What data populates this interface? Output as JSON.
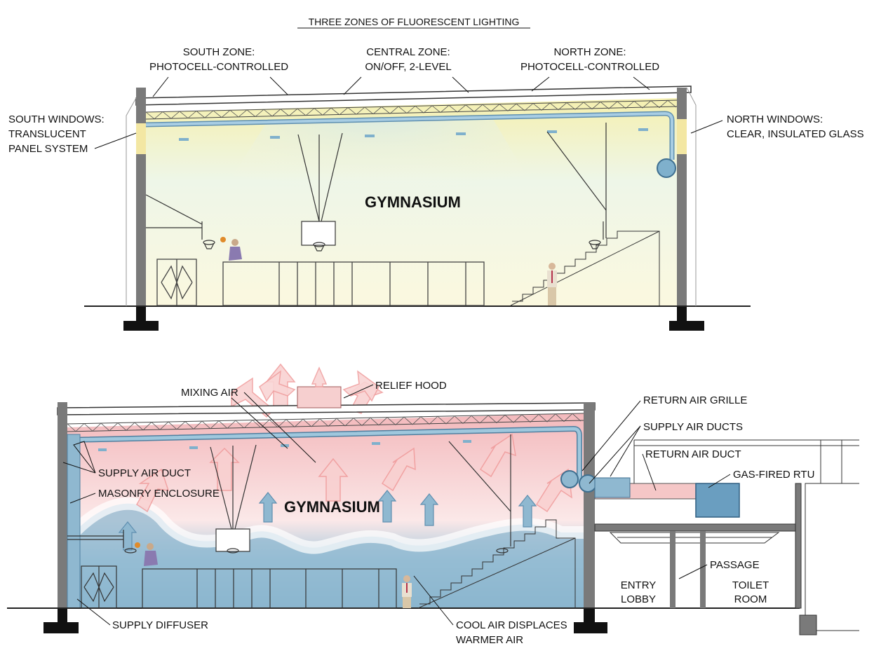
{
  "top": {
    "title": "THREE ZONES OF FLUORESCENT LIGHTING",
    "south_zone": [
      "SOUTH ZONE:",
      "PHOTOCELL-CONTROLLED"
    ],
    "central_zone": [
      "CENTRAL ZONE:",
      "ON/OFF, 2-LEVEL"
    ],
    "north_zone": [
      "NORTH ZONE:",
      "PHOTOCELL-CONTROLLED"
    ],
    "south_windows": [
      "SOUTH WINDOWS:",
      "TRANSLUCENT",
      "PANEL SYSTEM"
    ],
    "north_windows": [
      "NORTH WINDOWS:",
      "CLEAR, INSULATED GLASS"
    ],
    "room": "GYMNASIUM"
  },
  "bottom": {
    "room": "GYMNASIUM",
    "relief_hood": "RELIEF HOOD",
    "mixing_air": "MIXING AIR",
    "supply_air_duct": "SUPPLY AIR DUCT",
    "masonry_enclosure": "MASONRY ENCLOSURE",
    "supply_diffuser": "SUPPLY DIFFUSER",
    "cool_air": [
      "COOL AIR DISPLACES",
      "WARMER AIR"
    ],
    "return_air_grille": "RETURN AIR GRILLE",
    "supply_air_ducts": "SUPPLY AIR DUCTS",
    "return_air_duct": "RETURN AIR DUCT",
    "gas_fired_rtu": "GAS-FIRED RTU",
    "passage": "PASSAGE",
    "entry_lobby": [
      "ENTRY",
      "LOBBY"
    ],
    "toilet_room": [
      "TOILET",
      "ROOM"
    ]
  },
  "colors": {
    "wall": "#6b6b6b",
    "duct": "#7fb0cc",
    "cool_air": "#8fb8d0",
    "warm_air": "#f7c9c9",
    "light_yellow": "#fbf7d6"
  }
}
